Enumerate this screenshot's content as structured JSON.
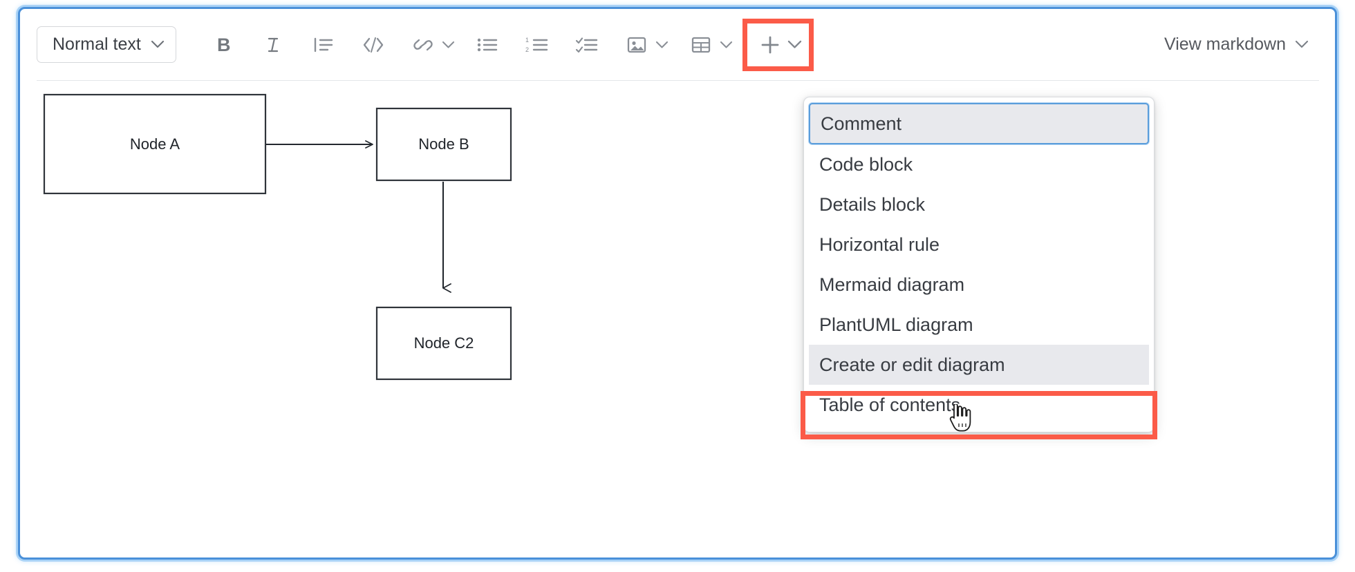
{
  "editor": {
    "toolbar": {
      "style_select": {
        "label": "Normal text",
        "icon": "chevron-down-icon"
      },
      "buttons": [
        {
          "name": "bold",
          "label": "B",
          "icon": "bold-icon"
        },
        {
          "name": "italic",
          "label": "I",
          "icon": "italic-icon"
        },
        {
          "name": "blockquote",
          "label": "Quote",
          "icon": "quote-icon"
        },
        {
          "name": "code",
          "label": "Code",
          "icon": "code-icon"
        },
        {
          "name": "link",
          "label": "Link",
          "icon": "link-icon",
          "has_chevron": true
        },
        {
          "name": "bullet-list",
          "label": "Bullet list",
          "icon": "bullet-list-icon"
        },
        {
          "name": "ordered-list",
          "label": "Numbered list",
          "icon": "ordered-list-icon"
        },
        {
          "name": "task-list",
          "label": "Task list",
          "icon": "task-list-icon"
        },
        {
          "name": "image",
          "label": "Image",
          "icon": "image-icon",
          "has_chevron": true
        },
        {
          "name": "table",
          "label": "Table",
          "icon": "table-icon",
          "has_chevron": true
        },
        {
          "name": "insert",
          "label": "Insert",
          "icon": "plus-icon",
          "has_chevron": true,
          "highlighted": true
        }
      ],
      "view_markdown": {
        "label": "View markdown",
        "icon": "chevron-down-icon"
      }
    },
    "insert_menu": {
      "items": [
        {
          "label": "Comment",
          "state": "focused"
        },
        {
          "label": "Code block",
          "state": "normal"
        },
        {
          "label": "Details block",
          "state": "normal"
        },
        {
          "label": "Horizontal rule",
          "state": "normal"
        },
        {
          "label": "Mermaid diagram",
          "state": "normal"
        },
        {
          "label": "PlantUML diagram",
          "state": "normal"
        },
        {
          "label": "Create or edit diagram",
          "state": "hovered"
        },
        {
          "label": "Table of contents",
          "state": "normal"
        }
      ]
    }
  },
  "diagram": {
    "nodes": [
      {
        "id": "A",
        "label": "Node A"
      },
      {
        "id": "B",
        "label": "Node B"
      },
      {
        "id": "C2",
        "label": "Node C2"
      }
    ],
    "edges": [
      {
        "from": "A",
        "to": "B",
        "direction": "right"
      },
      {
        "from": "B",
        "to": "C2",
        "direction": "down"
      }
    ]
  },
  "colors": {
    "focus_ring_blue": "#4a90d9",
    "annotation_red": "#fb5b48",
    "menu_hover_gray": "#e8e9ed",
    "toolbar_icon_gray": "#8a8f96",
    "node_stroke": "#2f343a",
    "text_primary": "#383c42"
  }
}
